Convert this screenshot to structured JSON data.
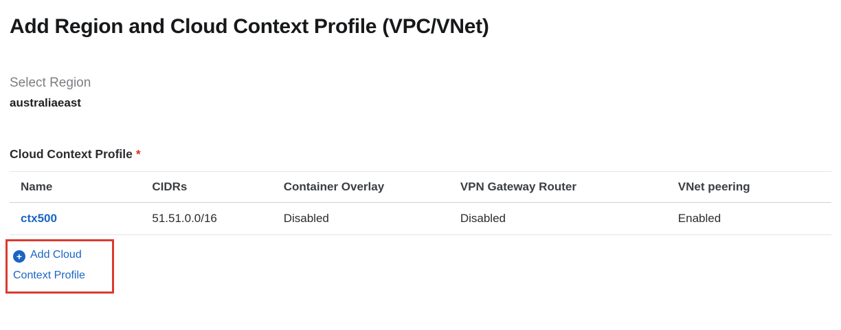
{
  "page": {
    "title": "Add Region and Cloud Context Profile (VPC/VNet)"
  },
  "region": {
    "label": "Select Region",
    "value": "australiaeast"
  },
  "profile_section": {
    "label": "Cloud Context Profile",
    "required_marker": "*"
  },
  "table": {
    "headers": [
      "Name",
      "CIDRs",
      "Container Overlay",
      "VPN Gateway Router",
      "VNet peering"
    ],
    "rows": [
      {
        "name": "ctx500",
        "cidrs": "51.51.0.0/16",
        "container_overlay": "Disabled",
        "vpn_gateway_router": "Disabled",
        "vnet_peering": "Enabled"
      }
    ]
  },
  "add_button": {
    "label": "Add Cloud Context Profile",
    "icon": "plus-circle-icon"
  },
  "colors": {
    "link_blue": "#1b64c2",
    "required_red": "#d6342a",
    "highlight_red": "#da3b2f"
  }
}
